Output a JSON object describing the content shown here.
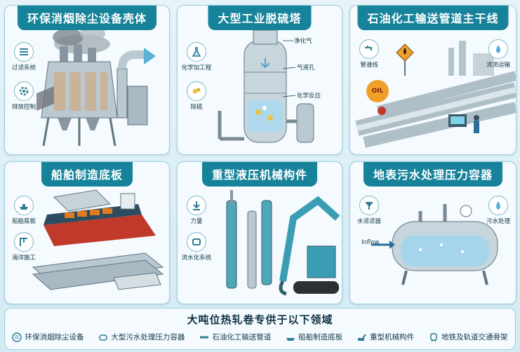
{
  "panels": [
    {
      "title": "环保消烟除尘设备壳体",
      "side": [
        "过滤系统",
        "排放控制"
      ]
    },
    {
      "title": "大型工业脱硫塔",
      "side": [
        "化学加工程",
        "除硫"
      ],
      "callouts": [
        "净化气",
        "气液孔",
        "化学反应"
      ]
    },
    {
      "title": "石油化工输送管道主干线",
      "side": [
        "管道线",
        "流流运输"
      ],
      "badge": "OIL"
    },
    {
      "title": "船舶制造底板",
      "side": [
        "船舶底板",
        "海洋施工"
      ]
    },
    {
      "title": "重型液压机械构件",
      "side": [
        "力量",
        "流水化系统"
      ]
    },
    {
      "title": "地表污水处理压力容器",
      "side": [
        "水滤滤器",
        "污水处理"
      ],
      "callouts": [
        "Inflow"
      ]
    }
  ],
  "footer": {
    "title": "大吨位热轧卷专供于以下领域",
    "items": [
      "环保消烟除尘设备",
      "大型污水处理压力容器",
      "石油化工输送管道",
      "船舶制造底板",
      "重型机械构件",
      "地铁及轨道交通骨架"
    ]
  },
  "colors": {
    "title_bg": "#17839a",
    "border": "#9fcfe0",
    "accent": "#e07a1f"
  }
}
